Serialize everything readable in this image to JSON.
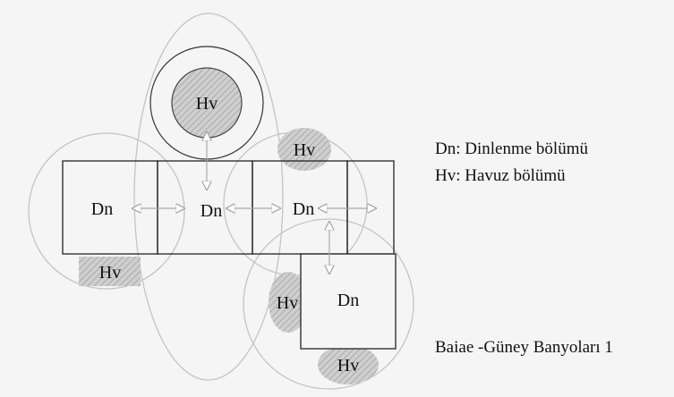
{
  "diagram": {
    "rooms": [
      {
        "id": "dn1",
        "label": "Dn"
      },
      {
        "id": "dn2",
        "label": "Dn"
      },
      {
        "id": "dn3",
        "label": "Dn"
      },
      {
        "id": "dn4",
        "label": "Dn"
      }
    ],
    "pools": [
      {
        "id": "hv-top",
        "label": "Hv"
      },
      {
        "id": "hv-small-top",
        "label": "Hv"
      },
      {
        "id": "hv-left-bottom",
        "label": "Hv"
      },
      {
        "id": "hv-right-mid",
        "label": "Hv"
      },
      {
        "id": "hv-bottom",
        "label": "Hv"
      }
    ]
  },
  "legend": {
    "dn": "Dn: Dinlenme bölümü",
    "hv": "Hv: Havuz bölümü"
  },
  "caption": "Baiae -Güney Banyoları 1",
  "colors": {
    "background": "#f5f5f5",
    "pool_fill": "#c8c8c8",
    "hatch": "#9a9a9a",
    "circle_stroke": "#bdbdbd",
    "arrow": "#aaaaaa"
  }
}
